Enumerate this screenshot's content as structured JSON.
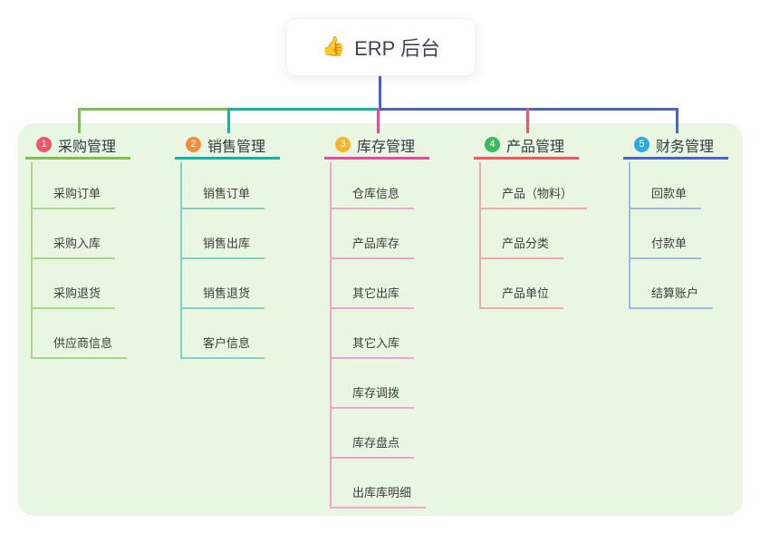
{
  "root": {
    "title": "ERP 后台",
    "emoji": "👍",
    "icon": "thumbs-up-icon"
  },
  "canvas": {
    "background": "#ffffff",
    "panel_background": "#e9f6e2",
    "root_connector_color": "#4a62c9",
    "root_text_color": "#3c4657"
  },
  "branches": [
    {
      "index": "1",
      "label": "采购管理",
      "badge_color": "#f05667",
      "line_color": "#7dbf50",
      "sub_line_color": "#a9d78c",
      "items": [
        "采购订单",
        "采购入库",
        "采购退货",
        "供应商信息"
      ]
    },
    {
      "index": "2",
      "label": "销售管理",
      "badge_color": "#f08c3e",
      "line_color": "#15b2a4",
      "sub_line_color": "#7fd0c6",
      "items": [
        "销售订单",
        "销售出库",
        "销售退货",
        "客户信息"
      ]
    },
    {
      "index": "3",
      "label": "库存管理",
      "badge_color": "#f7b52c",
      "line_color": "#e8499c",
      "sub_line_color": "#f0a6cc",
      "items": [
        "仓库信息",
        "产品库存",
        "其它出库",
        "其它入库",
        "库存调拨",
        "库存盘点",
        "出库库明细"
      ]
    },
    {
      "index": "4",
      "label": "产品管理",
      "badge_color": "#3eb95b",
      "line_color": "#f4555e",
      "sub_line_color": "#f7a6a9",
      "items": [
        "产品（物料）",
        "产品分类",
        "产品单位"
      ]
    },
    {
      "index": "5",
      "label": "财务管理",
      "badge_color": "#2fa9dd",
      "line_color": "#4a62c9",
      "sub_line_color": "#a2b6e3",
      "items": [
        "回款单",
        "付款单",
        "结算账户"
      ]
    }
  ]
}
